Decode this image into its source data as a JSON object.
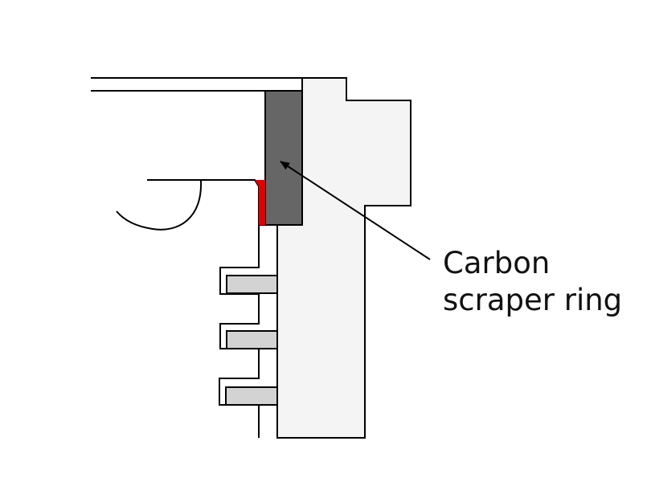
{
  "callout": {
    "line1": "Carbon",
    "line2": "scraper ring"
  },
  "colors": {
    "outline": "#000000",
    "liner": "#f4f4f4",
    "carbon_ring": "#666666",
    "red_part": "#e00000",
    "piston_rings": "#d3d3d3",
    "background": "#ffffff"
  },
  "icons": {
    "arrow": "arrowhead"
  }
}
